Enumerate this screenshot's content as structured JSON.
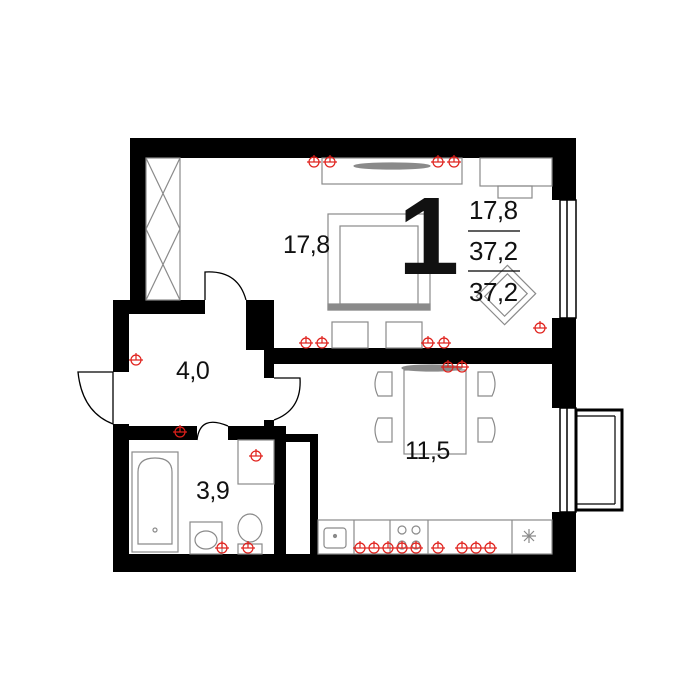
{
  "apartment": {
    "rooms_count": "1",
    "living_area": "17,8",
    "total_area": "37,2",
    "total_area_2": "37,2"
  },
  "rooms": {
    "bedroom": {
      "area": "17,8"
    },
    "hall": {
      "area": "4,0"
    },
    "bathroom": {
      "area": "3,9"
    },
    "kitchen": {
      "area": "11,5"
    }
  },
  "colors": {
    "wall": "#000000",
    "furniture": "#8a8a8a",
    "socket": "#e0201b",
    "background": "#ffffff"
  }
}
